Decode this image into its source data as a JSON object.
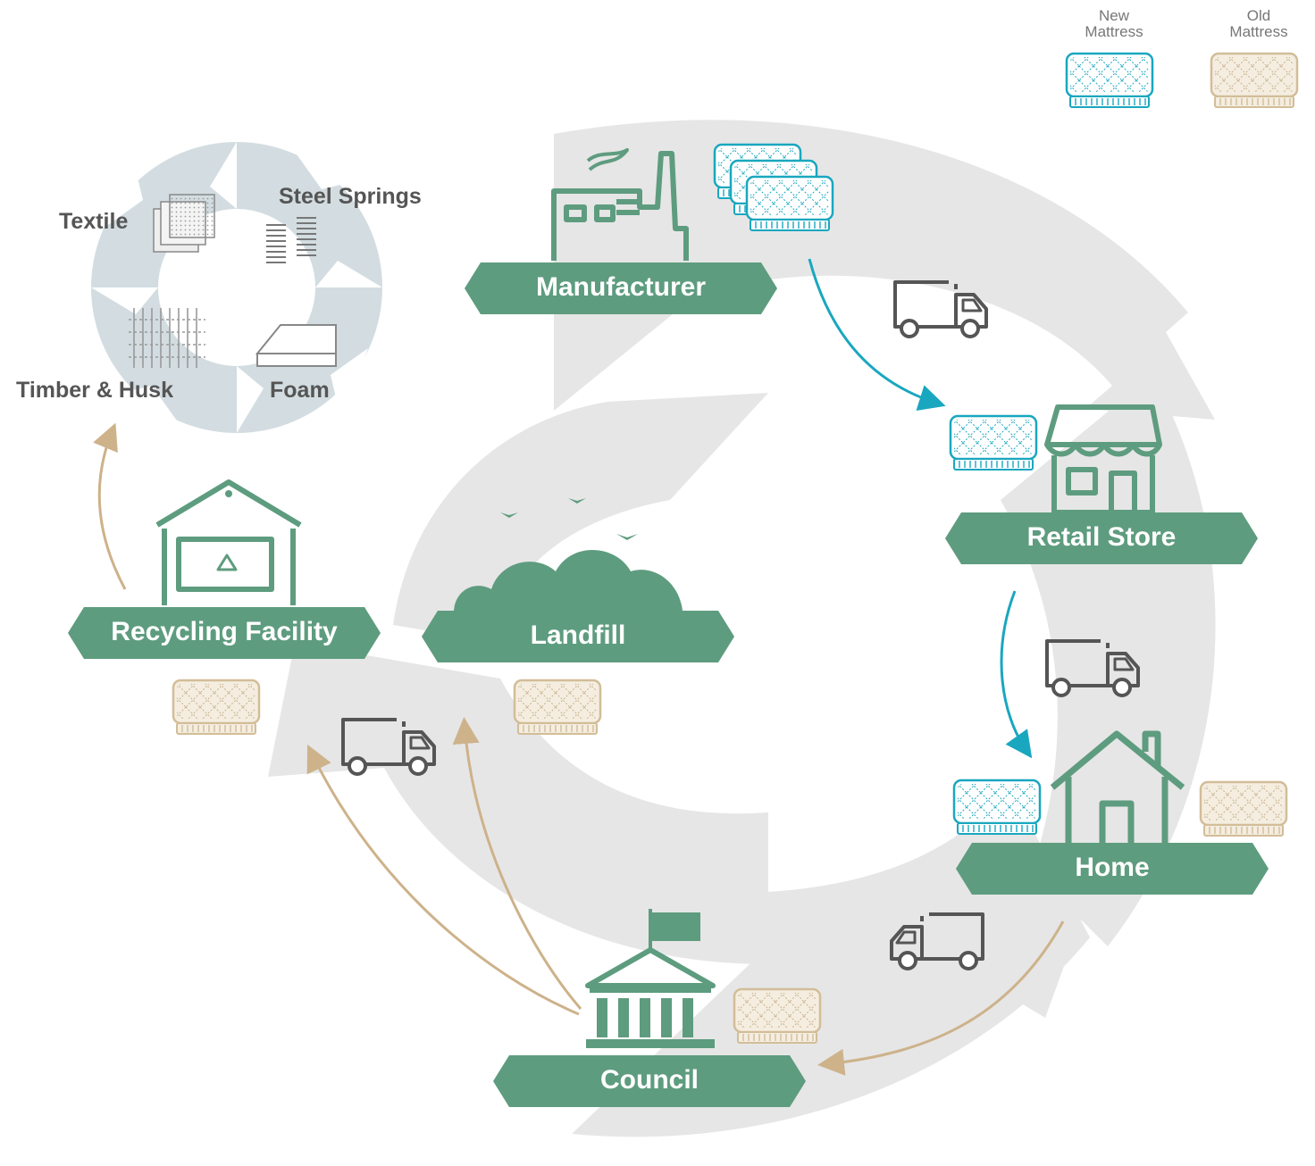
{
  "colors": {
    "banner_green": "#5e9c7f",
    "cycle_grey": "#e4e4e4",
    "wheel_blue_grey": "#d3dde1",
    "new_mattress": "#19a7bf",
    "old_mattress": "#d2bd98",
    "old_flow_arrow": "#cdb28a",
    "truck_grey": "#555555",
    "material_text": "#555555"
  },
  "legend": {
    "new": {
      "line1": "New",
      "line2": "Mattress"
    },
    "old": {
      "line1": "Old",
      "line2": "Mattress"
    }
  },
  "stages": {
    "manufacturer": "Manufacturer",
    "retail_store": "Retail Store",
    "home": "Home",
    "council": "Council",
    "landfill": "Landfill",
    "recycling_facility": "Recycling Facility"
  },
  "materials": {
    "textile": "Textile",
    "steel_springs": "Steel Springs",
    "timber_husk": "Timber & Husk",
    "foam": "Foam"
  },
  "icons": {
    "factory": "factory-icon",
    "store": "store-icon",
    "house": "house-icon",
    "council": "council-building-icon",
    "landfill": "landfill-icon",
    "recycling": "recycling-facility-icon",
    "truck": "delivery-truck-icon",
    "new_mattress": "new-mattress-icon",
    "old_mattress": "old-mattress-icon"
  }
}
